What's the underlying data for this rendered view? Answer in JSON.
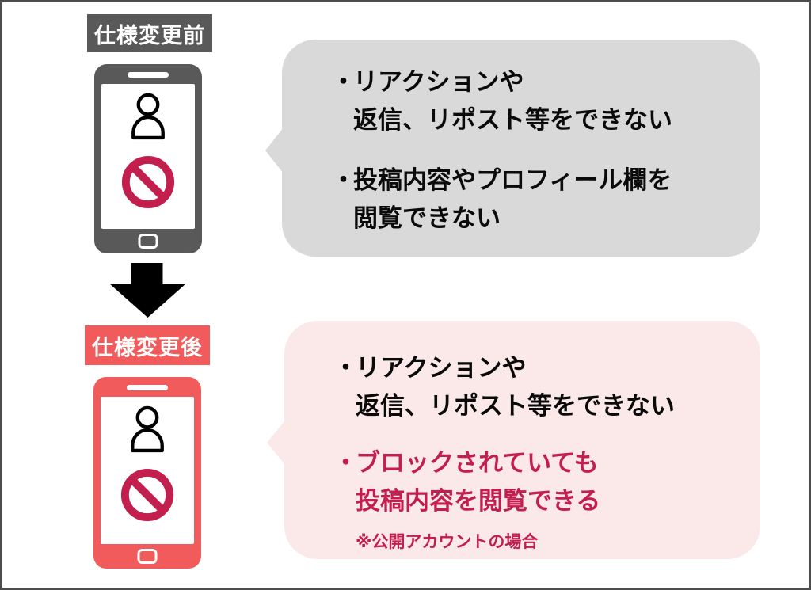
{
  "colors": {
    "dark": "#595959",
    "coral": "#f25b5b",
    "crimson": "#c21e4e",
    "gray-bubble": "#d9d9d9",
    "pink-bubble": "#fbe9e9",
    "text-black": "#0a0a0a",
    "border": "#4d4d4d"
  },
  "bullet_char": "・",
  "before": {
    "label": "仕様変更前",
    "bubble": {
      "bullets": [
        {
          "lines": [
            "リアクションや",
            "返信、リポスト等をできない"
          ]
        },
        {
          "lines": [
            "投稿内容やプロフィール欄を",
            "閲覧できない"
          ]
        }
      ]
    }
  },
  "after": {
    "label": "仕様変更後",
    "bubble": {
      "bullets": [
        {
          "lines": [
            "リアクションや",
            "返信、リポスト等をできない"
          ]
        },
        {
          "lines": [
            "ブロックされていても",
            "投稿内容を閲覧できる"
          ],
          "note": "※公開アカウントの場合"
        }
      ]
    }
  },
  "icons": {
    "user": "user-icon (person outline glyph)",
    "blocked": "no-entry-icon (circle with diagonal slash)",
    "arrow": "down-arrow-icon (solid black arrow)",
    "phone": "smartphone-icon"
  }
}
